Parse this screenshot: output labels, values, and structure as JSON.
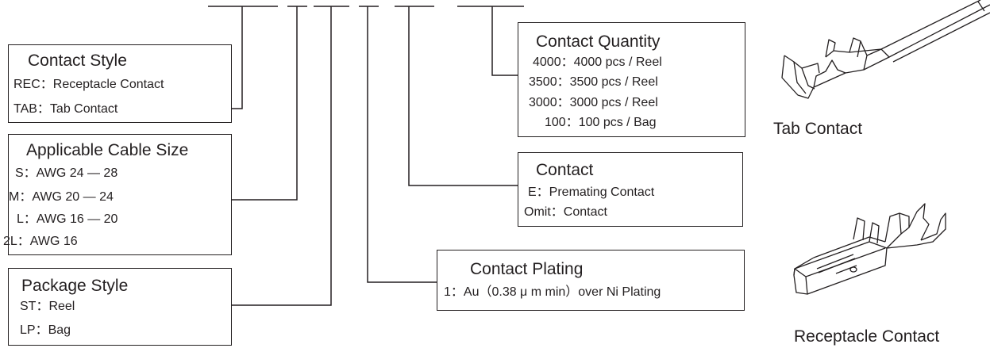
{
  "contact_style": {
    "title": "Contact Style",
    "items": [
      "REC：Receptacle Contact",
      "TAB：Tab Contact"
    ]
  },
  "cable_size": {
    "title": "Applicable Cable Size",
    "items": [
      "S：AWG 24 — 28",
      "M：AWG 20 — 24",
      "L：AWG 16 — 20",
      "2L：AWG 16"
    ]
  },
  "package_style": {
    "title": "Package Style",
    "items": [
      "ST：Reel",
      "LP：Bag"
    ]
  },
  "contact_quantity": {
    "title": "Contact Quantity",
    "items": [
      "4000：4000 pcs / Reel",
      "3500：3500 pcs / Reel",
      "3000：3000 pcs / Reel",
      "100：100 pcs / Bag"
    ]
  },
  "contact": {
    "title": "Contact",
    "items": [
      "E：Premating Contact",
      "Omit：Contact"
    ]
  },
  "contact_plating": {
    "title": "Contact Plating",
    "items": [
      "1：Au（0.38 μ m min）over Ni Plating"
    ]
  },
  "images": {
    "tab_caption": "Tab Contact",
    "receptacle_caption": "Receptacle Contact"
  }
}
